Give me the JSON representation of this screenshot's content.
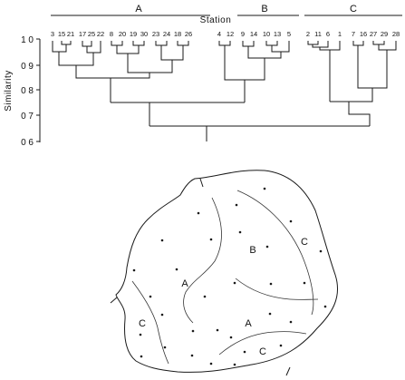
{
  "dendrogram": {
    "axis_title": "Similarity",
    "station_title": "Station",
    "y_ticks": [
      {
        "value": 1.0,
        "label": "1 0"
      },
      {
        "value": 0.9,
        "label": "0 9"
      },
      {
        "value": 0.8,
        "label": "0 8"
      },
      {
        "value": 0.7,
        "label": "0 7"
      },
      {
        "value": 0.6,
        "label": "0 6"
      }
    ],
    "groups": [
      "A",
      "B",
      "C"
    ],
    "stations": [
      "3",
      "15",
      "21",
      "17",
      "25",
      "22",
      "8",
      "20",
      "19",
      "30",
      "23",
      "24",
      "18",
      "26",
      "4",
      "12",
      "9",
      "14",
      "10",
      "13",
      "5",
      "2",
      "11",
      "6",
      "1",
      "7",
      "16",
      "27",
      "29",
      "28"
    ]
  },
  "map": {
    "region_labels": [
      "C",
      "B",
      "A",
      "A",
      "C",
      "C"
    ]
  }
}
